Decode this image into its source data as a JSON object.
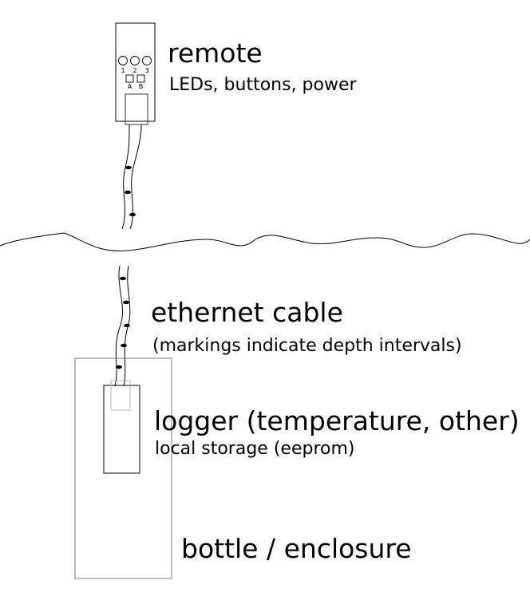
{
  "remote": {
    "title": "remote",
    "subtitle": "LEDs, buttons, power",
    "led_labels": [
      "1",
      "2",
      "3"
    ],
    "button_labels": [
      "A",
      "B"
    ]
  },
  "cable": {
    "title": "ethernet cable",
    "subtitle": "(markings indicate depth intervals)"
  },
  "logger": {
    "title": "logger (temperature, other)",
    "subtitle": "local storage (eeprom)"
  },
  "enclosure": {
    "title": "bottle / enclosure"
  }
}
